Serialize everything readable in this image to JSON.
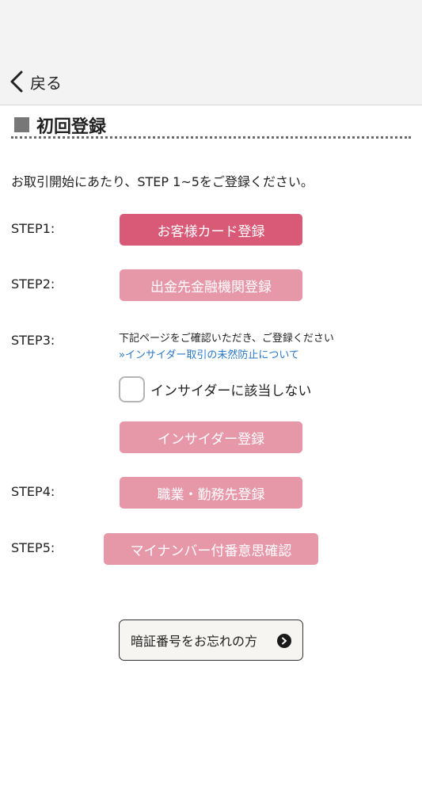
{
  "header": {
    "back_label": "戻る"
  },
  "section": {
    "title": "初回登録"
  },
  "intro": "お取引開始にあたり、STEP 1~5をご登録ください。",
  "steps": [
    {
      "label": "STEP1:",
      "button": "お客様カード登録"
    },
    {
      "label": "STEP2:",
      "button": "出金先金融機関登録"
    },
    {
      "label": "STEP3:",
      "note": "下記ページをご確認いただき、ご登録ください",
      "link": "»インサイダー取引の未然防止について",
      "checkbox_label": "インサイダーに該当しない",
      "button": "インサイダー登録"
    },
    {
      "label": "STEP4:",
      "button": "職業・勤務先登録"
    },
    {
      "label": "STEP5:",
      "button": "マイナンバー付番意思確認"
    }
  ],
  "pin_button": {
    "label": "暗証番号をお忘れの方"
  }
}
